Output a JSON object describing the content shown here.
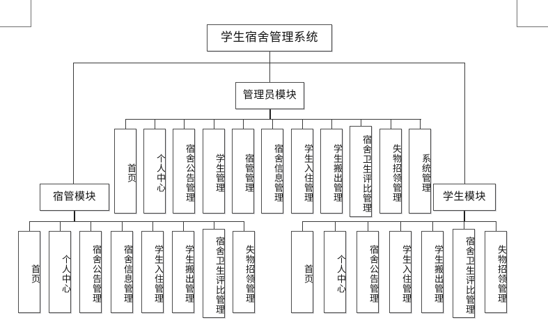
{
  "diagram": {
    "title": "学生宿舍管理系统",
    "type": "organization-chart",
    "root": {
      "label": "学生宿舍管理系统"
    },
    "modules": [
      {
        "id": "dorm-manager",
        "label": "宿管模块"
      },
      {
        "id": "administrator",
        "label": "管理员模块"
      },
      {
        "id": "student",
        "label": "学生模块"
      }
    ],
    "admin_children": [
      {
        "label": "首页"
      },
      {
        "label": "个人中心"
      },
      {
        "label": "宿舍公告管理"
      },
      {
        "label": "学生管理"
      },
      {
        "label": "宿管管理"
      },
      {
        "label": "宿舍信息管理"
      },
      {
        "label": "学生入住管理"
      },
      {
        "label": "学生搬出管理"
      },
      {
        "label": "宿舍卫生评比管理"
      },
      {
        "label": "失物招领管理"
      },
      {
        "label": "系统管理"
      }
    ],
    "dorm_manager_children": [
      {
        "label": "首页"
      },
      {
        "label": "个人中心"
      },
      {
        "label": "宿舍公告管理"
      },
      {
        "label": "宿舍信息管理"
      },
      {
        "label": "学生入住管理"
      },
      {
        "label": "学生搬出管理"
      },
      {
        "label": "宿舍卫生评比管理"
      },
      {
        "label": "失物招领管理"
      }
    ],
    "student_children": [
      {
        "label": "首页"
      },
      {
        "label": "个人中心"
      },
      {
        "label": "宿舍公告管理"
      },
      {
        "label": "学生入住管理"
      },
      {
        "label": "学生搬出管理"
      },
      {
        "label": "宿舍卫生评比管理"
      },
      {
        "label": "失物招领管理"
      }
    ],
    "colors": {
      "background": "#ffffff",
      "box_border": "#4a4a4a",
      "connector": "#3a3a3a",
      "text": "#111111"
    }
  }
}
